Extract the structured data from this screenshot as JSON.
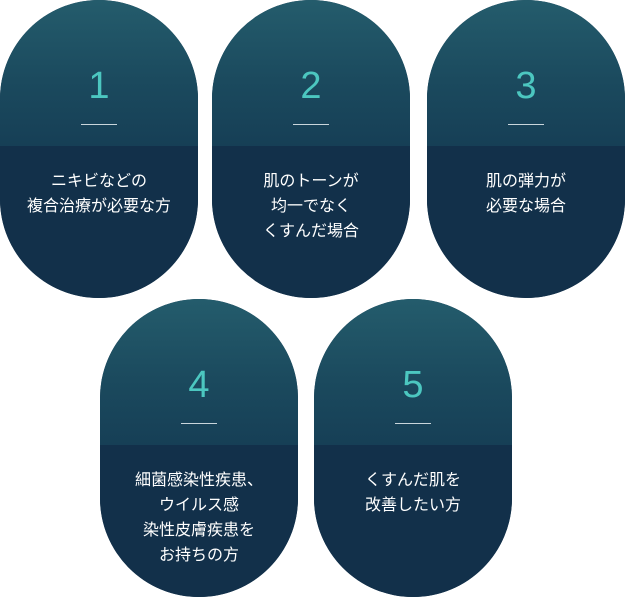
{
  "items": [
    {
      "number": "1",
      "text": "ニキビなどの\n複合治療が必要な方"
    },
    {
      "number": "2",
      "text": "肌のトーンが\n均一でなく\nくすんだ場合"
    },
    {
      "number": "3",
      "text": "肌の弾力が\n必要な場合"
    },
    {
      "number": "4",
      "text": "細菌感染性疾患、\nウイルス感\n染性皮膚疾患を\nお持ちの方"
    },
    {
      "number": "5",
      "text": "くすんだ肌を\n改善したい方"
    }
  ],
  "colors": {
    "top_gradient_start": "#245c6c",
    "top_gradient_end": "#163f56",
    "bottom": "#12304a",
    "number": "#4cc7c0",
    "text": "#ffffff"
  }
}
